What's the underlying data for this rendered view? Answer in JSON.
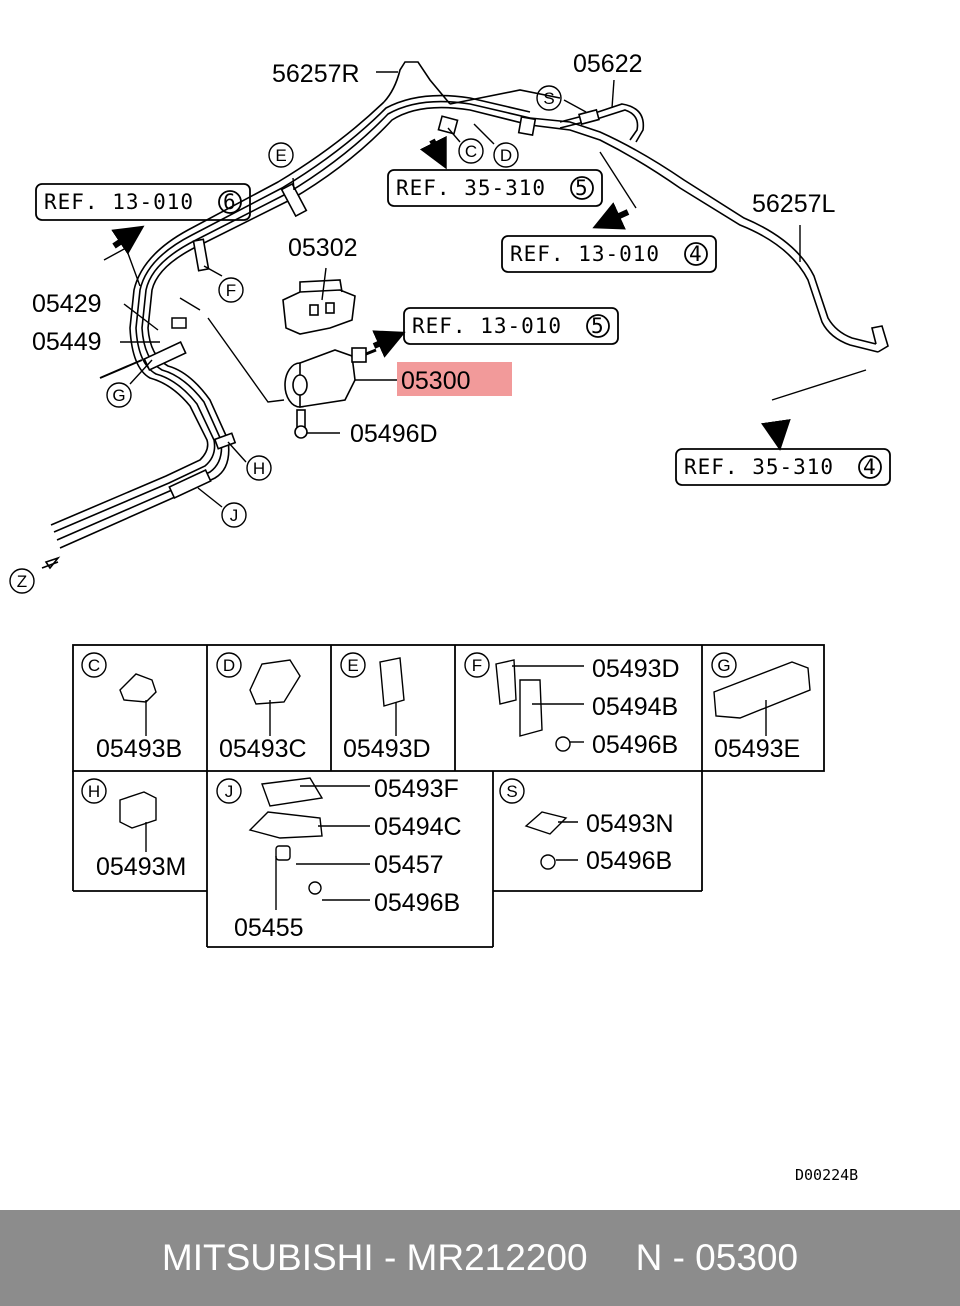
{
  "diagram": {
    "labels": {
      "p56257R": "56257R",
      "p05622": "05622",
      "p56257L": "56257L",
      "p05302": "05302",
      "p05429": "05429",
      "p05449": "05449",
      "p05300": "05300",
      "p05496D": "05496D"
    },
    "refs": [
      {
        "text": "REF. 13-010",
        "num": "6"
      },
      {
        "text": "REF. 35-310",
        "num": "5"
      },
      {
        "text": "REF. 13-010",
        "num": "4"
      },
      {
        "text": "REF. 13-010",
        "num": "5"
      },
      {
        "text": "REF. 35-310",
        "num": "4"
      }
    ],
    "callouts": [
      "E",
      "F",
      "G",
      "H",
      "J",
      "C",
      "D",
      "S",
      "Z"
    ],
    "highlight_color": "#f29a9a",
    "table": {
      "C": {
        "letter": "C",
        "parts": [
          "05493B"
        ]
      },
      "D": {
        "letter": "D",
        "parts": [
          "05493C"
        ]
      },
      "E": {
        "letter": "E",
        "parts": [
          "05493D"
        ]
      },
      "F": {
        "letter": "F",
        "parts": [
          "05493D",
          "05494B",
          "05496B"
        ]
      },
      "G": {
        "letter": "G",
        "parts": [
          "05493E"
        ]
      },
      "H": {
        "letter": "H",
        "parts": [
          "05493M"
        ]
      },
      "J": {
        "letter": "J",
        "parts": [
          "05493F",
          "05494C",
          "05457",
          "05496B",
          "05455"
        ]
      },
      "S": {
        "letter": "S",
        "parts": [
          "05493N",
          "05496B"
        ]
      }
    },
    "drawing_code": "D00224B"
  },
  "footer": {
    "brand": "MITSUBISHI - MR212200",
    "part": "N - 05300",
    "background": "#8c8c8c"
  }
}
